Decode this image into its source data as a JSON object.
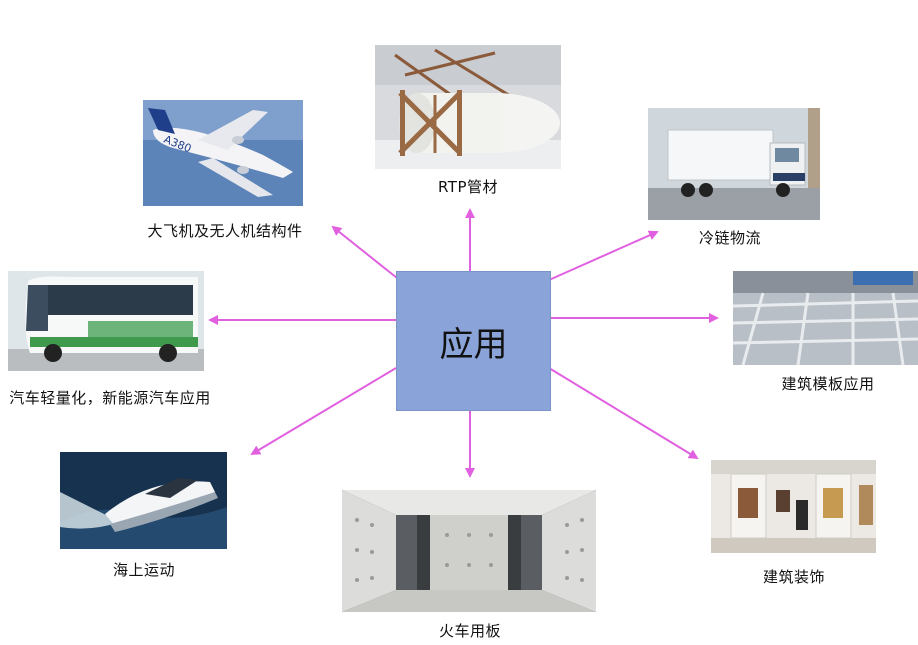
{
  "hub": {
    "label": "应用"
  },
  "nodes": {
    "rtp_pipe": {
      "label": "RTP管材",
      "icon": "pipe-photo"
    },
    "aircraft": {
      "label": "大飞机及无人机结构件",
      "icon": "airplane-photo",
      "aircraft_marking": "A380"
    },
    "cold_chain": {
      "label": "冷链物流",
      "icon": "truck-photo"
    },
    "automotive": {
      "label": "汽车轻量化，新能源汽车应用",
      "icon": "bus-photo"
    },
    "formwork": {
      "label": "建筑模板应用",
      "icon": "formwork-photo"
    },
    "marine": {
      "label": "海上运动",
      "icon": "speedboat-photo"
    },
    "rail": {
      "label": "火车用板",
      "icon": "train-interior-photo"
    },
    "decoration": {
      "label": "建筑装饰",
      "icon": "gallery-photo"
    }
  },
  "colors": {
    "hub_fill": "#8aa3d9",
    "arrow": "#e060e0"
  }
}
